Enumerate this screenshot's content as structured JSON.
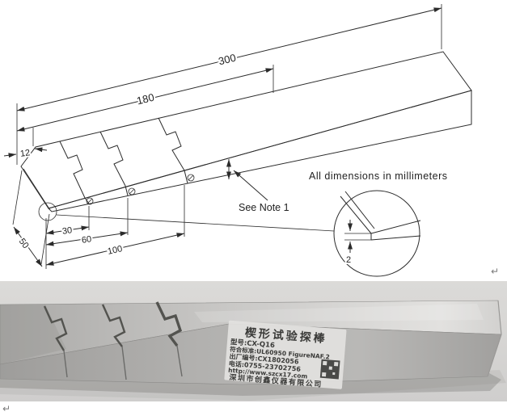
{
  "drawing": {
    "dimensions": {
      "overall_length": "300",
      "upper_section_length": "180",
      "tip_flat_width": "12",
      "bar_width": "50",
      "step_1": "30",
      "step_2": "60",
      "step_3": "100",
      "tip_edge_thickness": "2"
    },
    "notes": {
      "units_note": "All dimensions in millimeters",
      "see_note": "See Note 1"
    }
  },
  "photo": {
    "label": {
      "title": "楔形试验探棒",
      "model": "型号:CX-Q16",
      "standard": "符合标准:UL60950 FigureNAF.2",
      "serial": "出厂编号:CX1802056",
      "phone": "电话:0755-23702756",
      "website": "http://www.szcx17.com",
      "company": "深圳市创鑫仪器有限公司"
    }
  },
  "marks": {
    "paragraph_return_top": "↵",
    "paragraph_return_bottom": "↵"
  },
  "colors": {
    "drawing_line": "#2b2b2b",
    "photo_background": "#d6d5d3",
    "metal_top_face": "#c9c8c6",
    "metal_front_face": "#a9a8a6",
    "label_plate": "#e4e3e1",
    "etched_text": "#3a3a38"
  }
}
